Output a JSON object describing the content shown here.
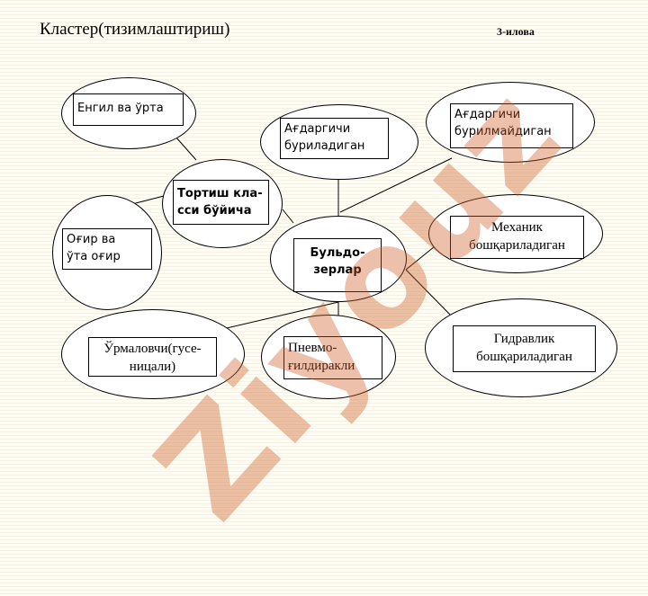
{
  "slide": {
    "title": "Кластер(тизимлаштириш)",
    "figure_label": "3-илова"
  },
  "nodes": {
    "light_medium": "Енгил ва ўрта",
    "traction_class": "Тортиш кла-\nсси бўйича",
    "heavy": "Оғир ва\nўта оғир",
    "tilting_blade": "Ағдаргичи\nбуриладиган",
    "fixed_blade": "Ағдаргичи\nбурилмайдиган",
    "bulldozers": "Бульдо-\nзерлар",
    "mechanical_control": "Механик\nбошқариладиган",
    "hydraulic_control": "Гидравлик\nбошқариладиган",
    "crawler": "Ўрмаловчи(гусе-\nницали)",
    "pneumatic_wheeled": "Пневмо-\nғилдиракли"
  },
  "watermark": "Ziyouz"
}
